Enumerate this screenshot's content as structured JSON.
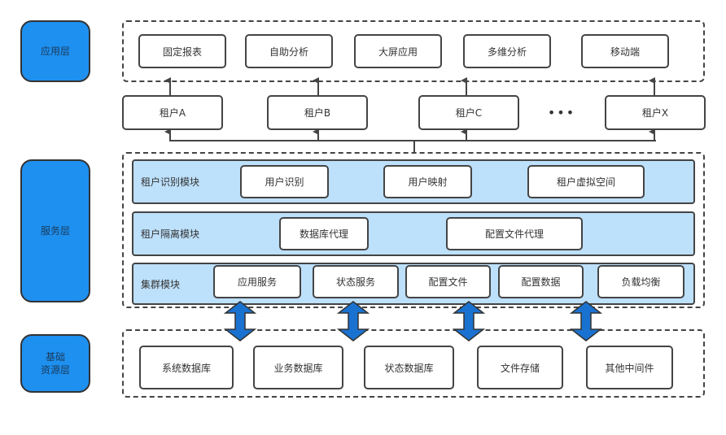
{
  "layers": {
    "application": "应用层",
    "service": "服务层",
    "infrastructure": "基础\n资源层"
  },
  "apps": [
    "固定报表",
    "自助分析",
    "大屏应用",
    "多维分析",
    "移动端"
  ],
  "tenants": [
    "租户A",
    "租户B",
    "租户C",
    "租户X"
  ],
  "ellipsis": "•••",
  "modules": {
    "identify": {
      "label": "租户识别模块",
      "items": [
        "用户识别",
        "用户映射",
        "租户虚拟空间"
      ]
    },
    "isolate": {
      "label": "租户隔离模块",
      "items": [
        "数据库代理",
        "配置文件代理"
      ]
    },
    "cluster": {
      "label": "集群模块",
      "items": [
        "应用服务",
        "状态服务",
        "配置文件",
        "配置数据",
        "负载均衡"
      ]
    }
  },
  "resources": [
    "系统数据库",
    "业务数据库",
    "状态数据库",
    "文件存储",
    "其他中间件"
  ],
  "colors": {
    "layer_fill": "#1e90f0",
    "module_fill": "#bde0fb",
    "arrow_fill": "#1a72d0",
    "stroke": "#444444"
  }
}
